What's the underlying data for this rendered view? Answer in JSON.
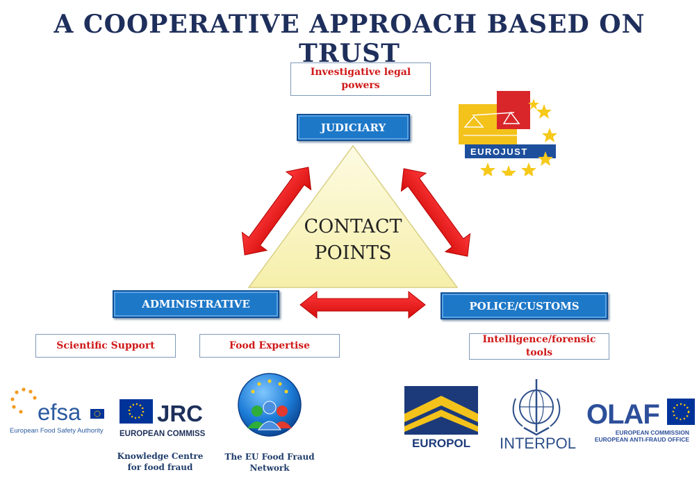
{
  "title": "A COOPERATIVE APPROACH BASED ON TRUST",
  "center": {
    "line1": "CONTACT",
    "line2": "POINTS"
  },
  "nodes": {
    "judiciary": "JUDICIARY",
    "administrative": "ADMINISTRATIVE",
    "police": "POLICE/CUSTOMS"
  },
  "notes": {
    "judiciary": "Investigative legal powers",
    "scientific": "Scientific Support",
    "food": "Food Expertise",
    "intelligence": "Intelligence/forensic tools"
  },
  "logos": {
    "eurojust": "EUROJUST",
    "efsa_name": "efsa",
    "efsa_sub": "European Food Safety Authority",
    "jrc_name": "JRC",
    "jrc_sub": "EUROPEAN COMMISSION",
    "europol": "EUROPOL",
    "interpol": "INTERPOL",
    "olaf_name": "OLAF",
    "olaf_sub1": "EUROPEAN COMMISSION",
    "olaf_sub2": "EUROPEAN ANTI-FRAUD OFFICE"
  },
  "captions": {
    "jrc": "Knowledge Centre for food fraud",
    "network": "The EU Food Fraud Network"
  },
  "colors": {
    "title": "#1f2f5c",
    "arrow": "#ee1c1c",
    "box": "#1e78c8",
    "triangle": "#fbf6c4",
    "eu_blue": "#003399",
    "eu_gold": "#ffcc00"
  }
}
